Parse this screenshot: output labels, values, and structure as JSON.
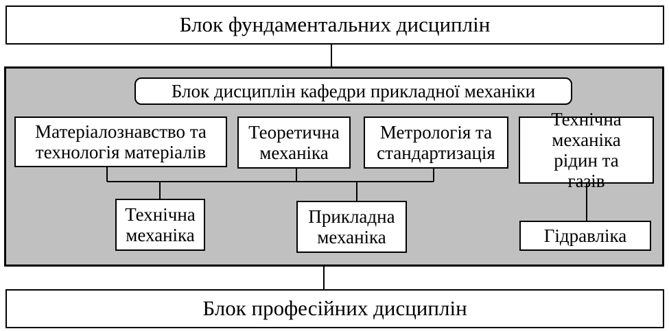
{
  "top_block": "Блок фундаментальних дисциплін",
  "department_block": {
    "title": "Блок дисциплін кафедри прикладної механіки",
    "materials": "Матеріалознавство та технологія матеріалів",
    "theoretical_mechanics": "Теоретична механіка",
    "metrology": "Метрологія та стандартизація",
    "fluid_mechanics": "Технічна механіка рідин та газів",
    "technical_mechanics": "Технічна механіка",
    "applied_mechanics": "Прикладна механіка",
    "hydraulics": "Гідравліка"
  },
  "bottom_block": "Блок професійних дисциплін"
}
